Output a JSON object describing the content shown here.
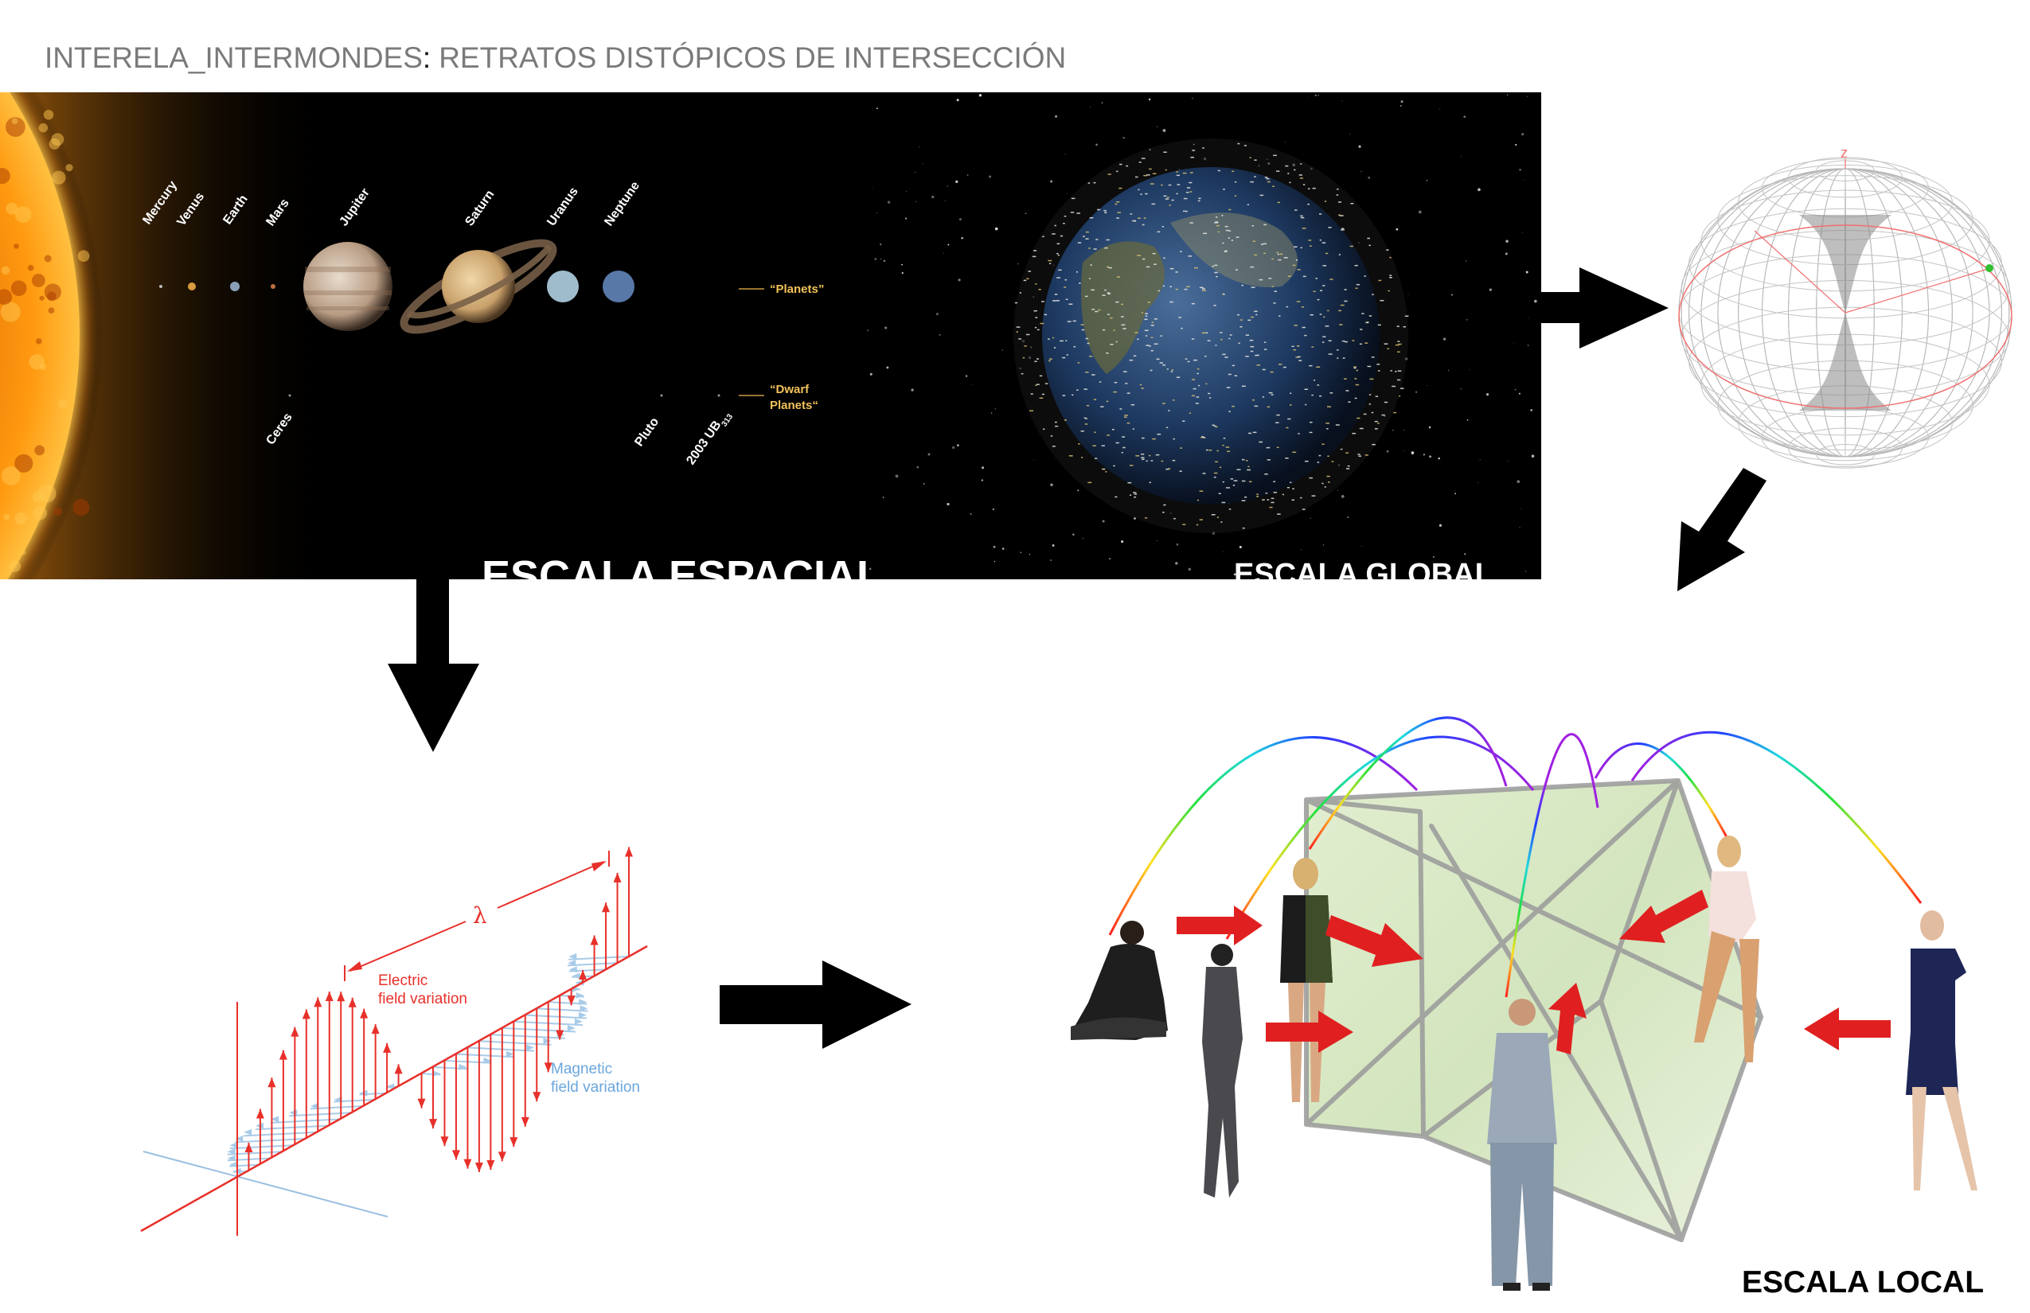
{
  "title": {
    "project": "INTERELA_INTERMONDES",
    "separator": ":",
    "subtitle": "RETRATOS DISTÓPICOS DE INTERSECCIÓN"
  },
  "solar_system": {
    "planets": [
      "Mercury",
      "Venus",
      "Earth",
      "Mars",
      "Jupiter",
      "Saturn",
      "Uranus",
      "Neptune"
    ],
    "dwarf_planets": [
      "Ceres",
      "Pluto",
      "2003 UB"
    ],
    "dwarf_subscript": "313",
    "planets_label": "“Planets”",
    "dwarf_label_line1": "“Dwarf",
    "dwarf_label_line2": "Planets“"
  },
  "labels": {
    "spatial_scale": "ESCALA ESPACIAL",
    "global_scale": "ESCALA GLOBAL",
    "local_scale": "ESCALA LOCAL"
  },
  "dipole": {
    "axis_label": "z"
  },
  "em_wave": {
    "wavelength_symbol": "λ",
    "electric_line1": "Electric",
    "electric_line2": "field variation",
    "magnetic_line1": "Magnetic",
    "magnetic_line2": "field variation"
  },
  "colors": {
    "arrow": "#000000",
    "red_arrow": "#e02020",
    "title_gray": "#7a7a7a"
  }
}
